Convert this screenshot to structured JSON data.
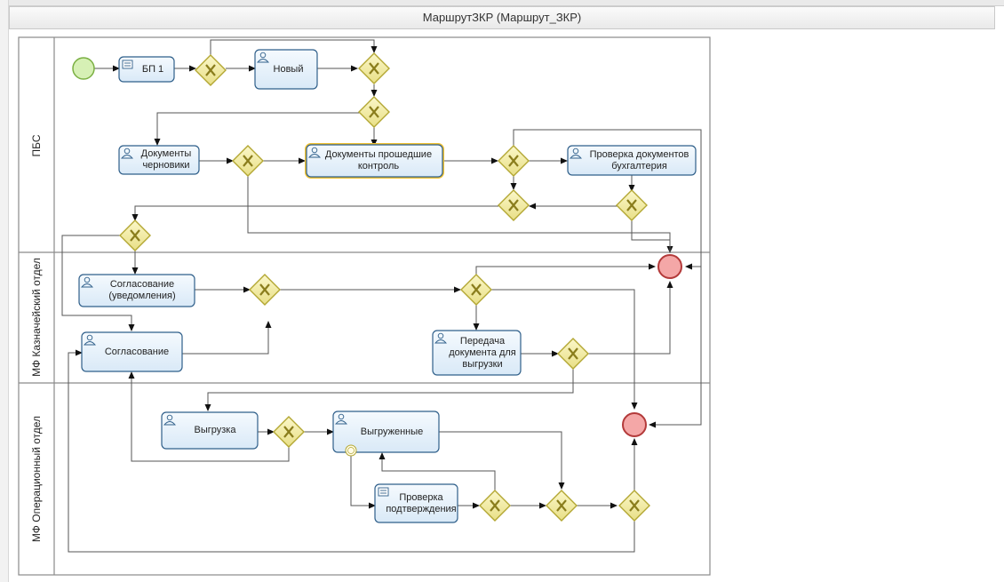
{
  "window": {
    "title": "МаршрутЗКР (Маршрут_ЗКР)"
  },
  "lanes": [
    {
      "id": "pbs",
      "label": "ПБС"
    },
    {
      "id": "kazn",
      "label": "МФ Казначейский отдел"
    },
    {
      "id": "oper",
      "label": "МФ Операционный отдел"
    }
  ],
  "tasks": {
    "bp1": "БП 1",
    "novyi": "Новый",
    "chernoviki": "Документы черновики",
    "proshedshie": "Документы прошедшие контроль",
    "proverka_buh": "Проверка документов бухгалтерия",
    "soglas_uved": "Согласование (уведомления)",
    "soglasovanie": "Согласование",
    "peredacha": "Передача документа для выгрузки",
    "vygruzka": "Выгрузка",
    "vygruzhennye": "Выгруженные",
    "proverka_podtv": "Проверка подтверждения"
  },
  "colors": {
    "task_fill": "#e9f3fb",
    "task_stroke": "#2f5f8a",
    "gateway_fill": "#f3eeaa",
    "gateway_stroke": "#b3a733",
    "start_fill": "#d6f0b5",
    "start_stroke": "#7bb043",
    "end_fill": "#f4a7a7",
    "end_stroke": "#b33a3a",
    "highlight": "#f1c232"
  }
}
